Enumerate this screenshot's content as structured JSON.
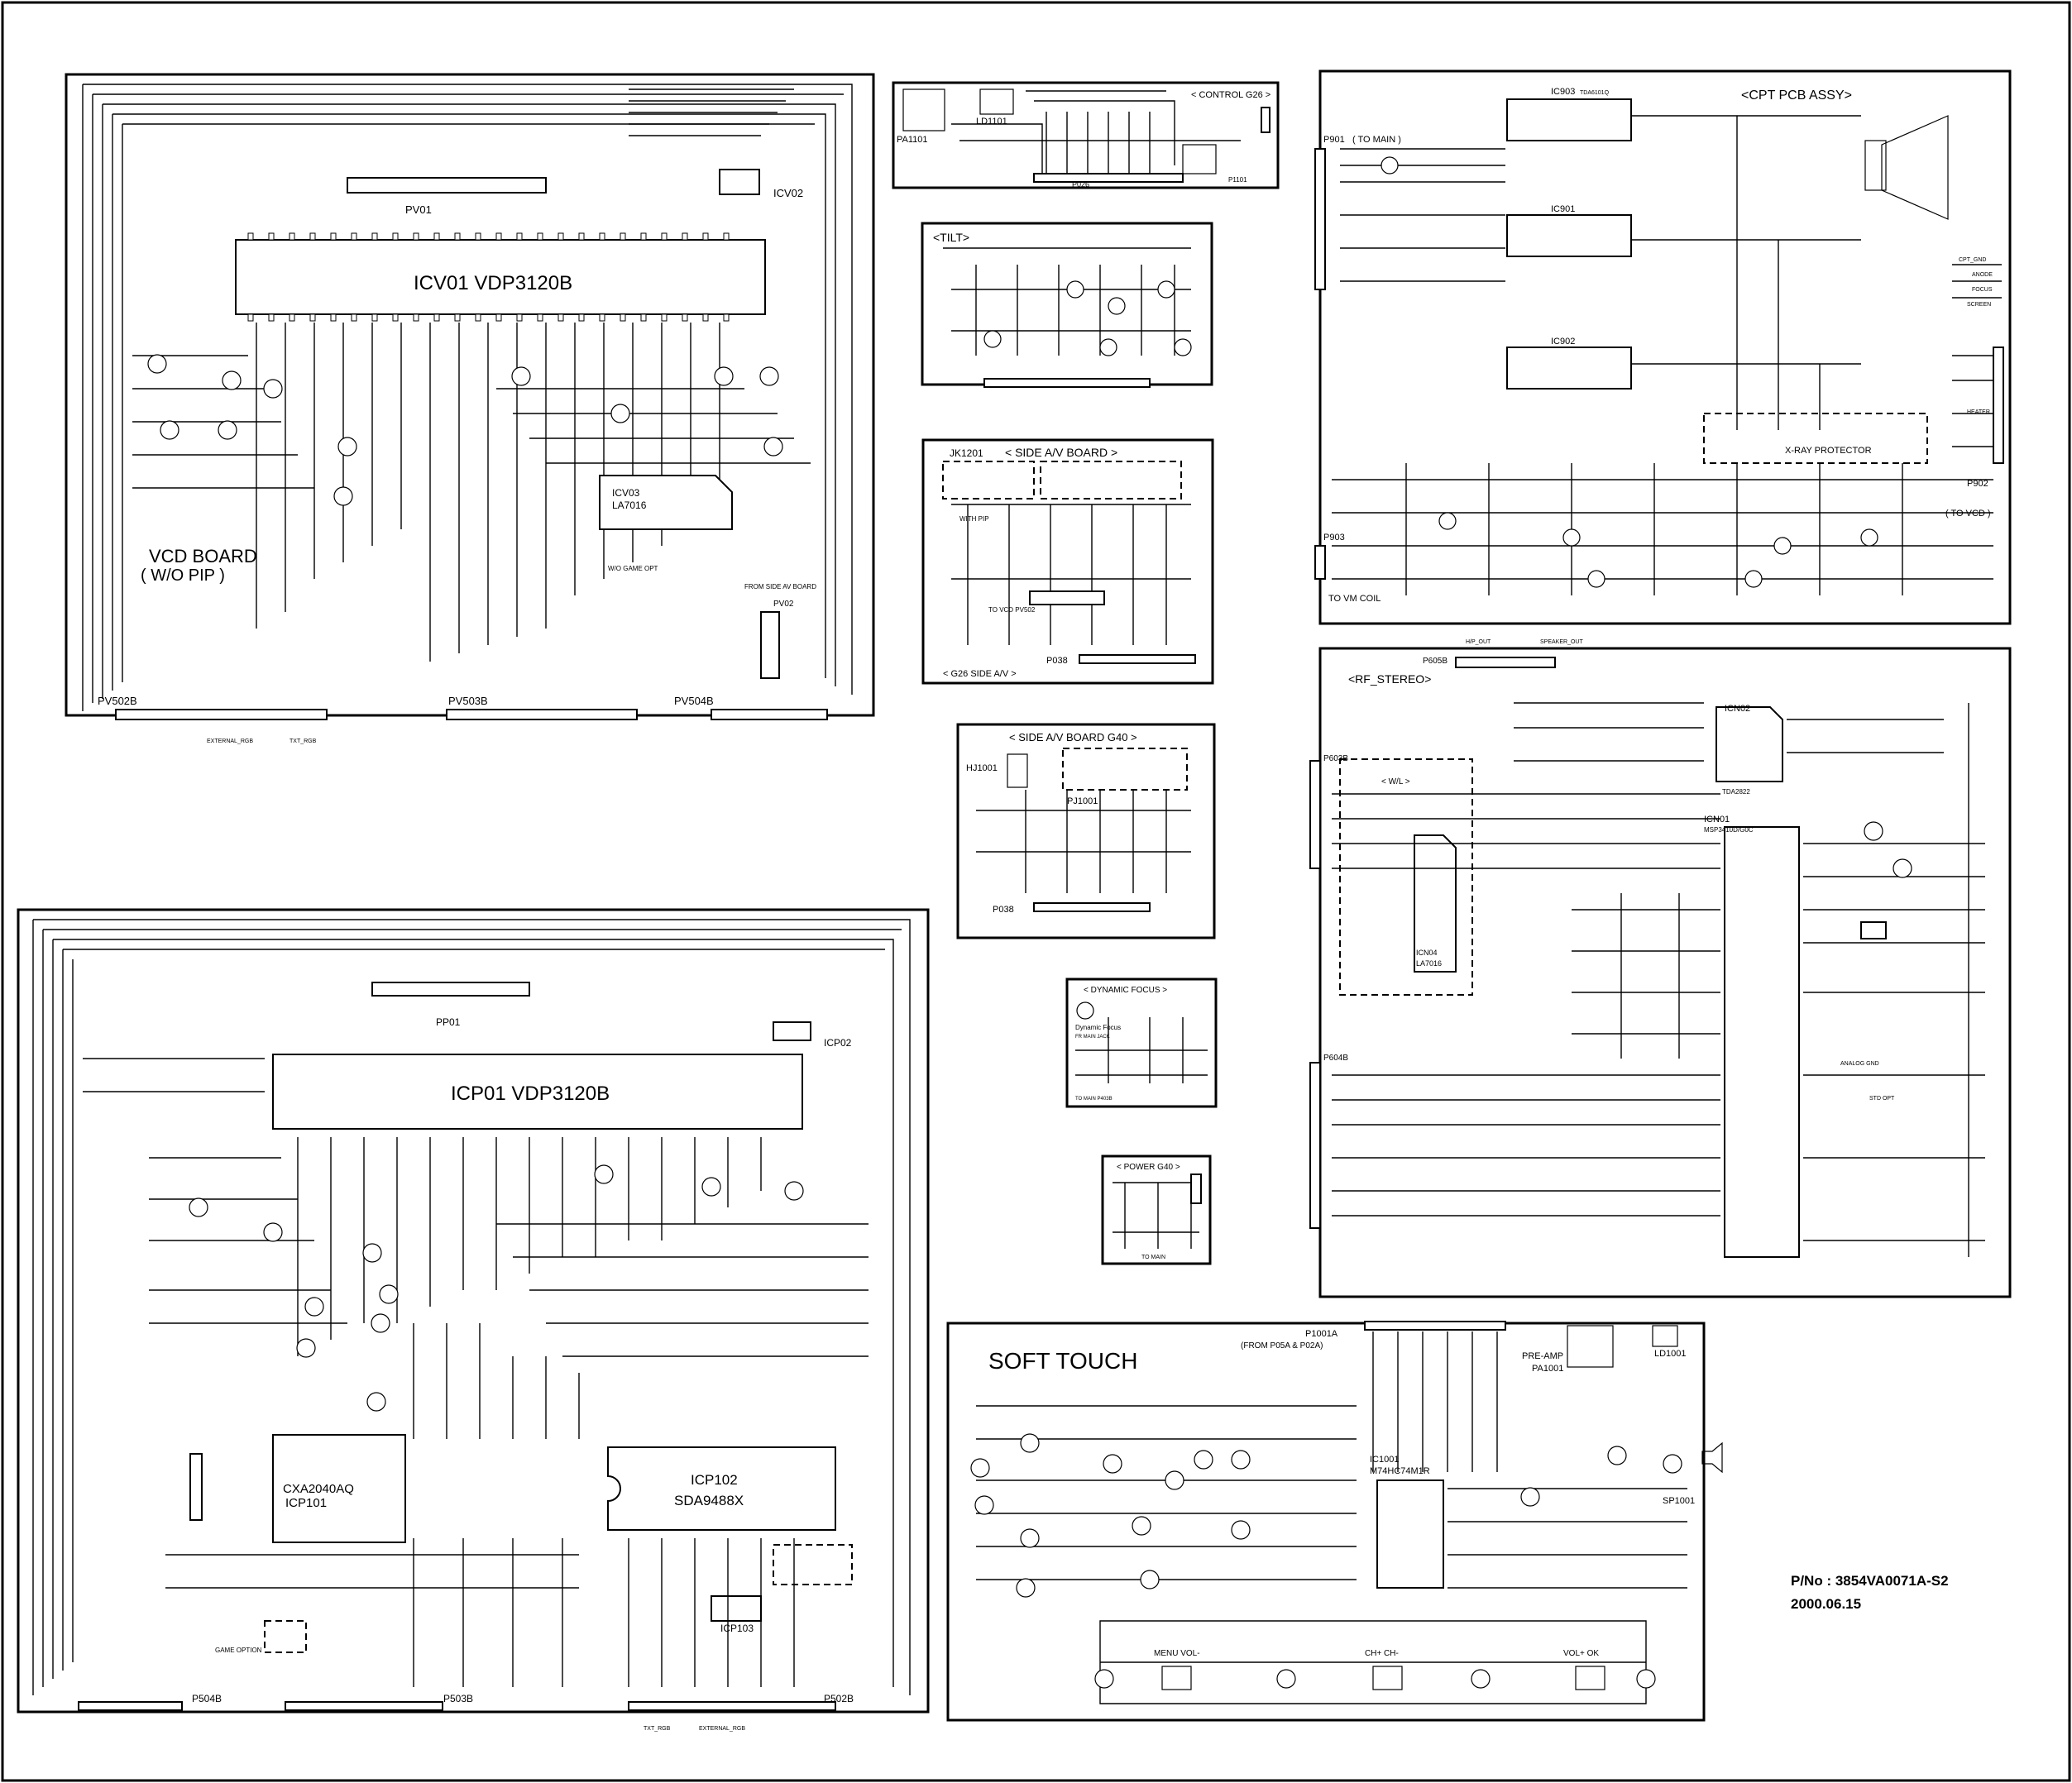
{
  "blocks": {
    "vcd": {
      "title": "VCD BOARD",
      "subtitle": "( W/O PIP )",
      "ic_main": "ICV01   VDP3120B",
      "ic_main_sub": "ICV02",
      "pv01": "PV01",
      "icv03": "ICV03",
      "icv03_part": "LA7016",
      "pv02": "PV02",
      "ext_rgb": "EXTERNAL_RGB",
      "txt_rgb": "TXT_RGB",
      "conn_left": "PV502B",
      "conn_mid": "PV503B",
      "conn_right": "PV504B",
      "from_side": "FROM SIDE AV BOARD",
      "game_opt": "W/O GAME OPT"
    },
    "control": {
      "title": "< CONTROL G26 >",
      "pa": "PA1101",
      "ld": "LD1101",
      "p": "P026",
      "p1101": "P1101"
    },
    "tilt": {
      "title": "<TILT>"
    },
    "side_av": {
      "title": "< SIDE A/V BOARD >",
      "jk": "JK1201",
      "p038": "P038",
      "footer": "< G26 SIDE A/V >",
      "to_vcd": "TO VCD PV502",
      "with_pip": "WITH PIP"
    },
    "side_av_g40": {
      "title": "< SIDE A/V BOARD G40 >",
      "hj": "HJ1001",
      "pj": "PJ1001",
      "p038": "P038"
    },
    "dyn_focus": {
      "title": "< DYNAMIC FOCUS >",
      "label": "Dynamic Focus",
      "sub": "FR MAIN JACK",
      "to_main": "TO MAIN P403B"
    },
    "power": {
      "title": "< POWER G40 >",
      "to_main": "TO MAIN"
    },
    "pip": {
      "ic_main": "ICP01   VDP3120B",
      "icp02": "ICP02",
      "pp01": "PP01",
      "icp101_part": "CXA2040AQ",
      "icp101": "ICP101",
      "icp102": "ICP102",
      "icp102_part": "SDA9488X",
      "icp103": "ICP103",
      "game_opt": "GAME OPTION",
      "conn_left": "P504B",
      "conn_mid": "P503B",
      "conn_right": "P502B",
      "txt_rgb": "TXT_RGB",
      "ext_rgb": "EXTERNAL_RGB"
    },
    "cpt": {
      "title": "<CPT PCB ASSY>",
      "ic903": "IC903",
      "ic901": "IC901",
      "ic902": "IC902",
      "ic_part": "TDA6101Q",
      "p901": "P901",
      "to_main": "( TO MAIN )",
      "p903": "P903",
      "to_vm": "TO VM COIL",
      "xray": "X-RAY PROTECTOR",
      "p902": "P902",
      "to_vcd": "( TO VCD )",
      "cpt_gnd": "CPT_GND",
      "anode": "ANODE",
      "focus": "FOCUS",
      "screen": "SCREEN",
      "heater": "HEATER"
    },
    "rf_stereo": {
      "title": "<RF_STEREO>",
      "p605b": "P605B",
      "p603b": "P603B",
      "p604b": "P604B",
      "icn02": "ICN02",
      "icn02_part": "TDA2822",
      "icn01": "ICN01",
      "icn01_part": "MSP3410D/G0C",
      "icn04": "ICN04",
      "icn04_part": "LA7016",
      "wl": "< W/L >",
      "std_opt": "STD OPT",
      "analog_gnd": "ANALOG GND",
      "speaker_out": "SPEAKER_OUT",
      "hp_out": "H/P_OUT"
    },
    "soft_touch": {
      "title": "SOFT TOUCH",
      "p1001a": "P1001A",
      "from": "(FROM P05A & P02A)",
      "preamp": "PRE-AMP",
      "pa1001": "PA1001",
      "ld1001": "LD1001",
      "sp1001": "SP1001",
      "ic1001": "IC1001",
      "ic1001_part": "M74HC74M1R",
      "menu": "MENU VOL-",
      "ch": "CH+ CH-",
      "vol": "VOL+ OK"
    }
  },
  "part_number": "P/No : 3854VA0071A-S2",
  "date": "2000.06.15"
}
